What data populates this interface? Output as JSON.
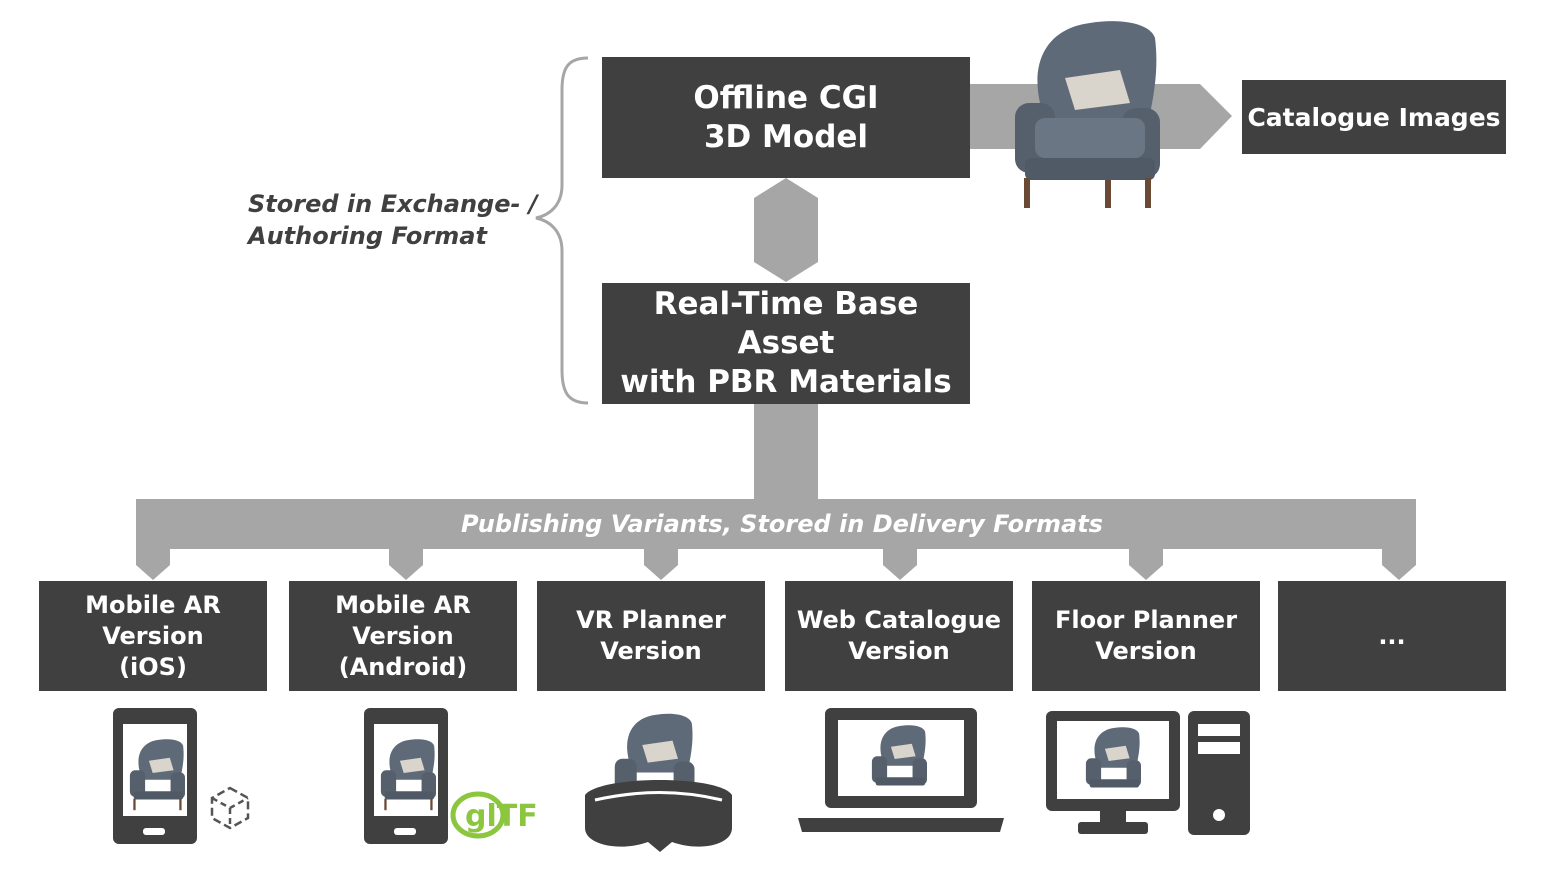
{
  "stored_note": {
    "line1": "Stored in Exchange- /",
    "line2": "Authoring Format"
  },
  "offline_box": {
    "line1": "Offline CGI",
    "line2": "3D Model"
  },
  "realtime_box": {
    "line1": "Real-Time Base Asset",
    "line2": "with PBR Materials"
  },
  "catalogue_box": {
    "label": "Catalogue Images"
  },
  "publishing_label": "Publishing Variants, Stored in Delivery Formats",
  "variants": [
    {
      "lines": [
        "Mobile AR",
        "Version",
        "(iOS)"
      ],
      "icon": "smartphone-ar-icon"
    },
    {
      "lines": [
        "Mobile AR",
        "Version",
        "(Android)"
      ],
      "icon": "smartphone-gltf-icon"
    },
    {
      "lines": [
        "VR Planner",
        "Version"
      ],
      "icon": "vr-headset-icon"
    },
    {
      "lines": [
        "Web Catalogue",
        "Version"
      ],
      "icon": "laptop-icon"
    },
    {
      "lines": [
        "Floor Planner",
        "Version"
      ],
      "icon": "desktop-computer-icon"
    },
    {
      "lines": [
        "..."
      ],
      "icon": ""
    }
  ],
  "gltf_logo_text": "glTF",
  "colors": {
    "box": "#404040",
    "arrow": "#a6a6a6",
    "note_text": "#404040",
    "gltf_green": "#8cc63f",
    "chair_fabric": "#5f6a78"
  }
}
